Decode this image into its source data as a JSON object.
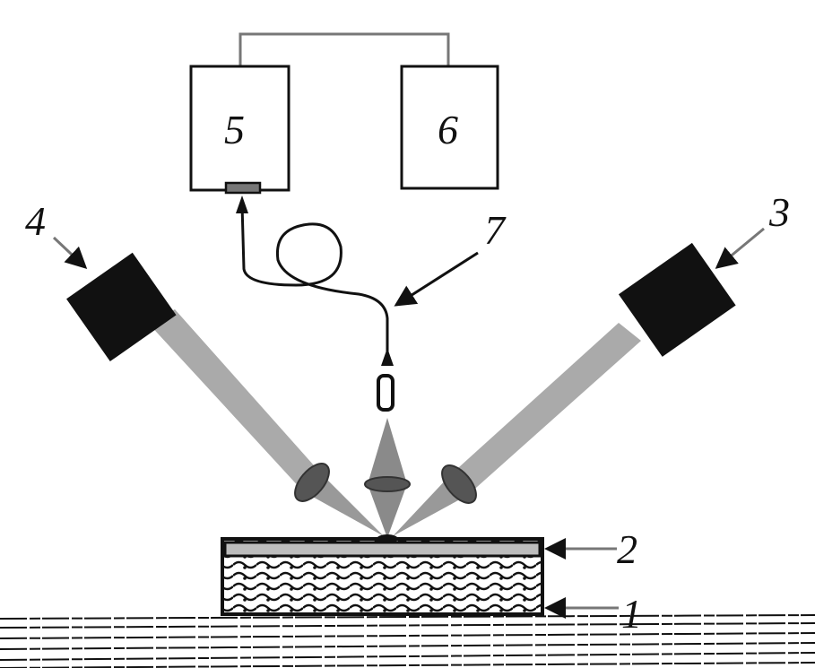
{
  "labels": {
    "substrate": "1",
    "film": "2",
    "camera_right": "3",
    "camera_left": "4",
    "spectrometer": "5",
    "computer": "6",
    "optical_fiber": "7"
  },
  "colors": {
    "ink": "#111111",
    "beam": "#a8a8a8",
    "lens": "#555555",
    "film_layer": "#bdbdbd"
  }
}
